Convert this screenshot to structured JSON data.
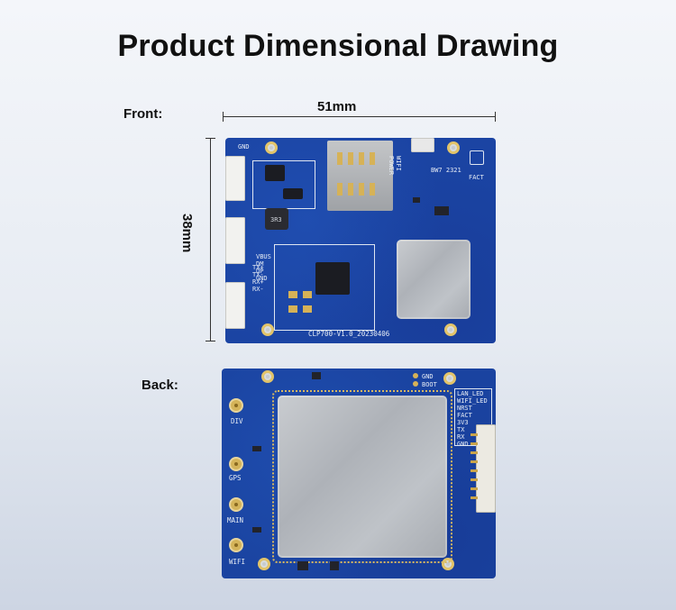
{
  "title": "Product Dimensional Drawing",
  "labels": {
    "front": "Front:",
    "back": "Back:"
  },
  "dimensions": {
    "width": "51mm",
    "height": "38mm"
  },
  "front_silkscreen": {
    "gnd": "GND",
    "power": "WIFI\nPOWER",
    "batch": "BW7 2321",
    "fact": "FACT",
    "chip_mark": "3R3",
    "usb_pins": "VBUS\nDM\nDP\nGND",
    "uart_pins": "TX+\nTX-\nRX+\nRX-",
    "model": "CLP700-V1.0_20230406"
  },
  "back_silkscreen": {
    "gnd": "GND",
    "boot": "BOOT",
    "div": "DIV",
    "gps": "GPS",
    "main": "MAIN",
    "wifi": "WIFI",
    "pins": "LAN_LED\nWIFI_LED\nNRST\nFACT\n3V3\nTX\nRX\nGND"
  },
  "colors": {
    "pcb": "#1b44a3",
    "shield": "#b8bcc1",
    "gold": "#d6b257",
    "background_top": "#f4f6fa",
    "background_bottom": "#cdd5e3"
  }
}
